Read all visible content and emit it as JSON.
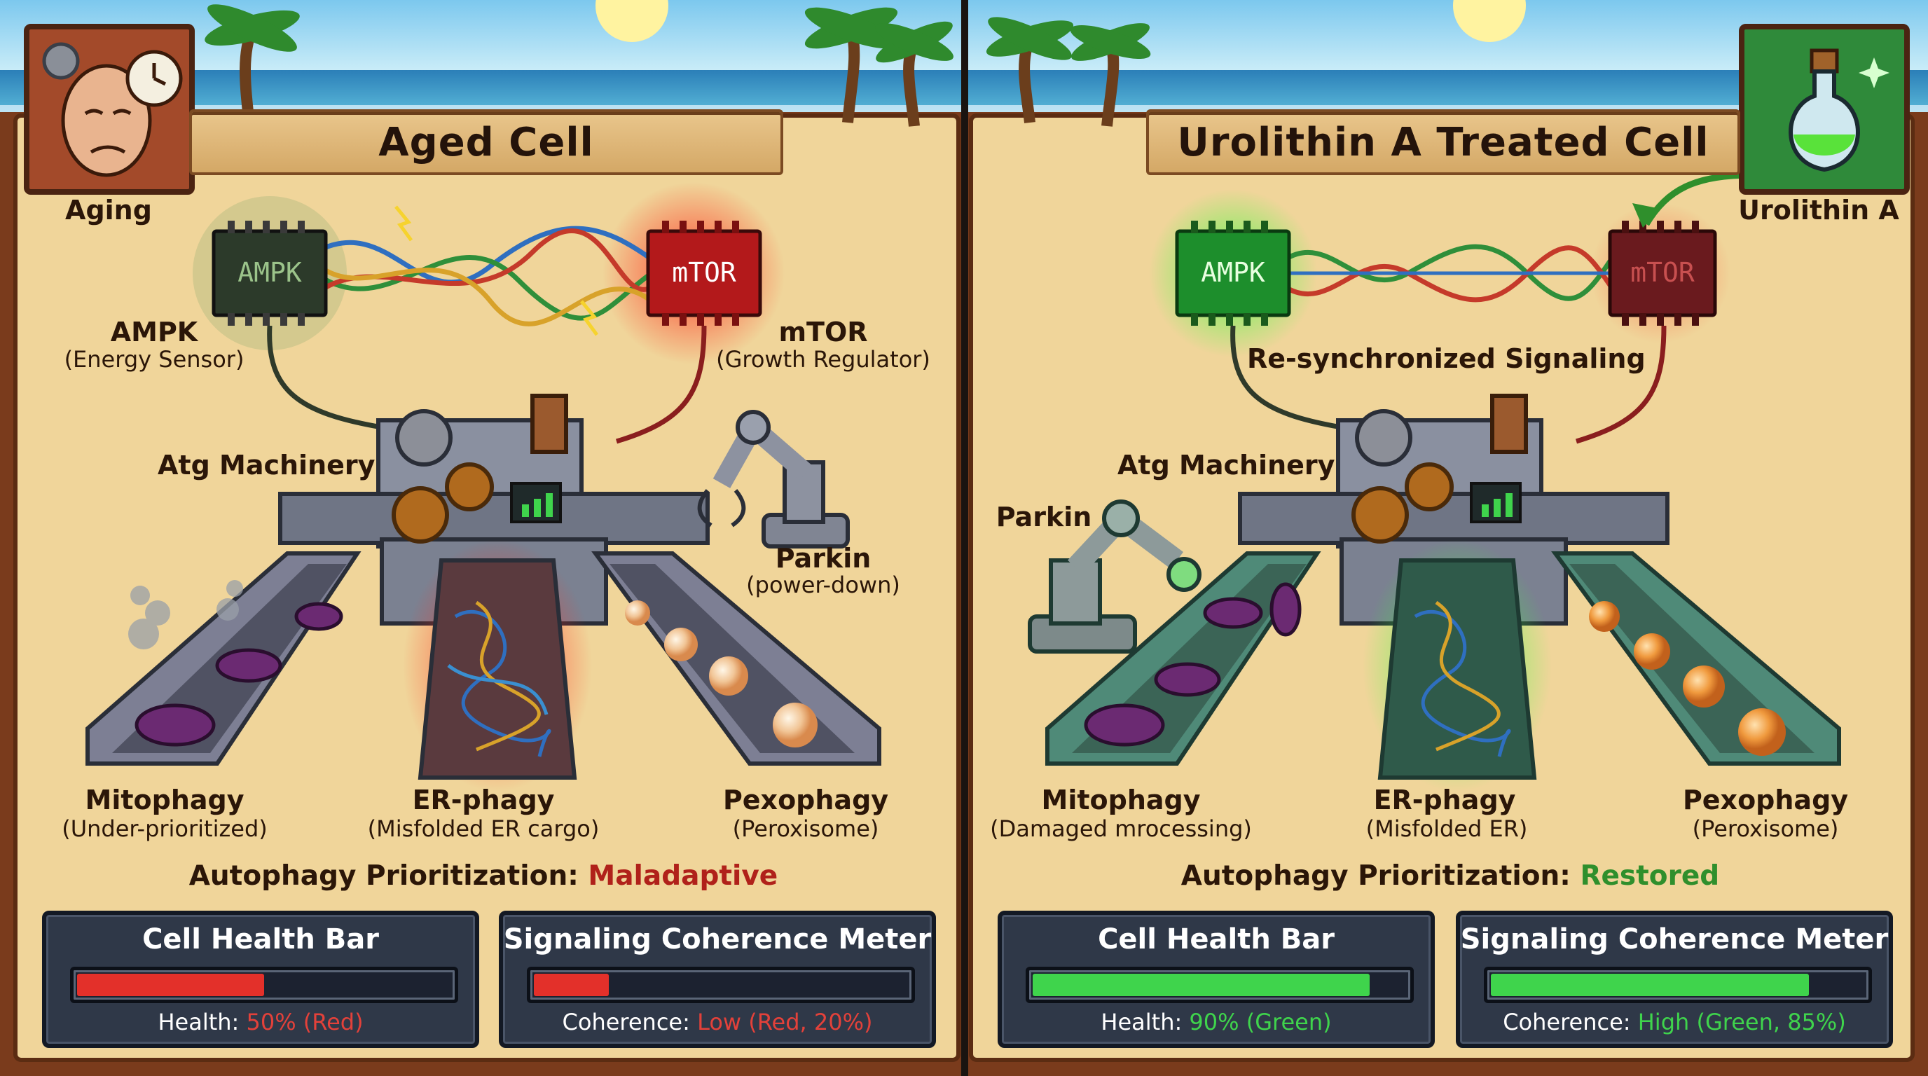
{
  "left": {
    "title": "Aged Cell",
    "icon_label": "Aging",
    "icon_name": "aging-face-clock-icon",
    "ampk_chip": "AMPK",
    "mtor_chip": "mTOR",
    "ampk_label": "AMPK",
    "ampk_sub": "(Energy Sensor)",
    "mtor_label": "mTOR",
    "mtor_sub": "(Growth Regulator)",
    "atg_label": "Atg Machinery",
    "parkin_label": "Parkin",
    "parkin_sub": "(power-down)",
    "mitophagy_label": "Mitophagy",
    "mitophagy_sub": "(Under-prioritized)",
    "erphagy_label": "ER-phagy",
    "erphagy_sub": "(Misfolded ER cargo)",
    "pexophagy_label": "Pexophagy",
    "pexophagy_sub": "(Peroxisome)",
    "prioritization_label": "Autophagy Prioritization:",
    "prioritization_value": "Maladaptive",
    "health_title": "Cell Health Bar",
    "health_readout_label": "Health:",
    "health_readout_value": "50% (Red)",
    "health_level": 0.5,
    "coherence_title": "Signaling Coherence Meter",
    "coherence_readout_label": "Coherence:",
    "coherence_readout_value": "Low (Red, 20%)",
    "coherence_level": 0.2
  },
  "right": {
    "title": "Urolithin A Treated Cell",
    "icon_label": "Urolithin A",
    "icon_name": "potion-flask-icon",
    "ampk_chip": "AMPK",
    "mtor_chip": "mTOR",
    "signal_label": "Re-synchronized Signaling",
    "atg_label": "Atg Machinery",
    "parkin_label": "Parkin",
    "mitophagy_label": "Mitophagy",
    "mitophagy_sub": "(Damaged mrocessing)",
    "erphagy_label": "ER-phagy",
    "erphagy_sub": "(Misfolded ER)",
    "pexophagy_label": "Pexophagy",
    "pexophagy_sub": "(Peroxisome)",
    "prioritization_label": "Autophagy Prioritization:",
    "prioritization_value": "Restored",
    "health_title": "Cell Health Bar",
    "health_readout_label": "Health:",
    "health_readout_value": "90% (Green)",
    "health_level": 0.9,
    "coherence_title": "Signaling Coherence Meter",
    "coherence_readout_label": "Coherence:",
    "coherence_readout_value": "High (Green, 85%)",
    "coherence_level": 0.85
  },
  "colors": {
    "sand": "#f0d59a",
    "frame": "#7a3b1c",
    "sky": "#9fd8f2",
    "sea": "#2f8fc4",
    "bad_red": "#e3413a",
    "good_green": "#3fd44c",
    "machine_gray": "#7b8191"
  }
}
